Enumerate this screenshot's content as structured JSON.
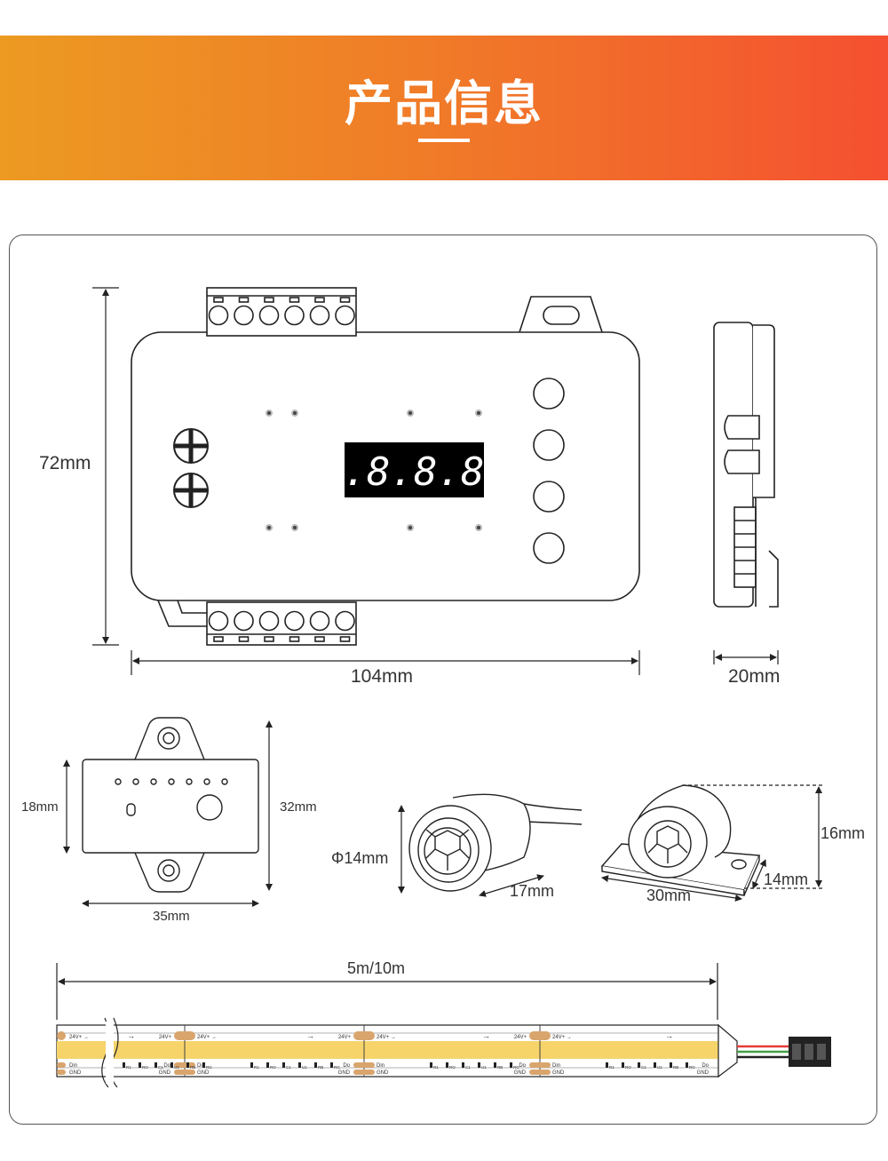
{
  "header": {
    "title": "产品信息"
  },
  "dimensions": {
    "controller_height": "72mm",
    "controller_width": "104mm",
    "controller_depth": "20mm",
    "receiver_height": "18mm",
    "receiver_total_height": "32mm",
    "receiver_width": "35mm",
    "sensor_diameter": "Φ14mm",
    "sensor_length": "17mm",
    "mount_height": "16mm",
    "mount_depth": "14mm",
    "mount_width": "30mm",
    "strip_length": "5m/10m"
  },
  "display": {
    "digits": "8.8.8.8."
  },
  "strip": {
    "pad_top": "24V+",
    "pad_din": "Din",
    "pad_do": "Do",
    "pad_gnd": "GND",
    "components": [
      "R1",
      "RO",
      "C1",
      "U1",
      "RB",
      "RG"
    ]
  },
  "colors": {
    "banner_start": "#ec9a22",
    "banner_end": "#f55031",
    "strip_yellow": "#f6d46a",
    "pad_copper": "#d9a56d"
  }
}
